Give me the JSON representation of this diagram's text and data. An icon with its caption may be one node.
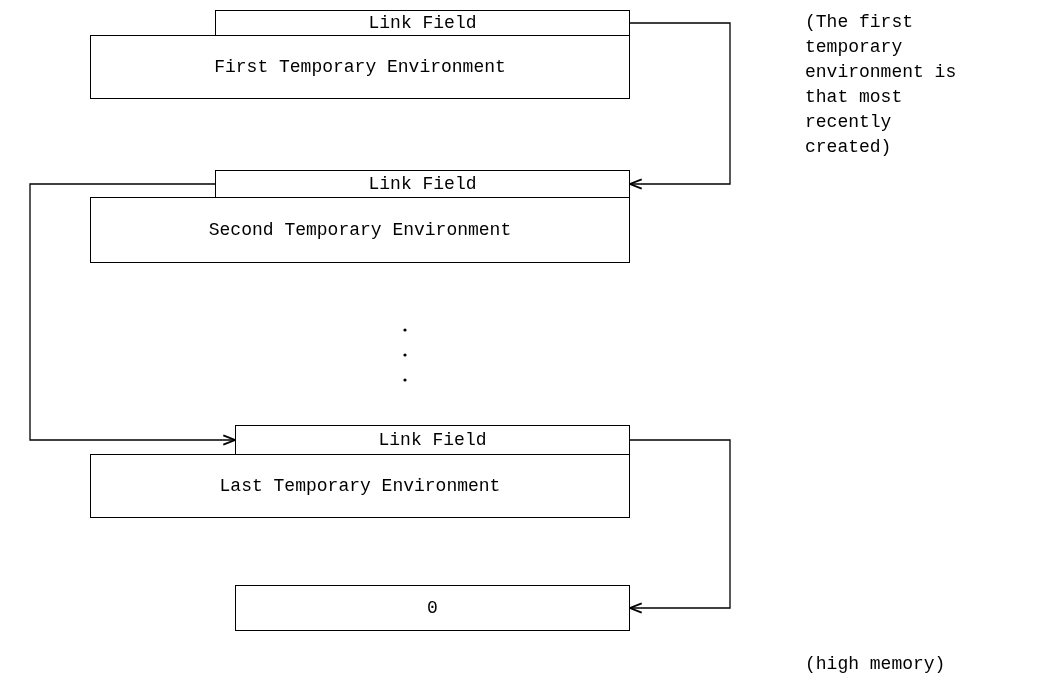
{
  "diagram": {
    "nodes": [
      {
        "text": [
          "Link Field"
        ]
      },
      {
        "text": [
          "First Temporary Environment"
        ]
      },
      {
        "text": [
          "Link Field"
        ]
      },
      {
        "text": [
          "Second Temporary Environment"
        ]
      },
      {
        "text": [
          "Link Field"
        ]
      },
      {
        "text": [
          "Last Temporary Environment"
        ]
      },
      {
        "text": [
          "0"
        ]
      }
    ],
    "edges": [
      {
        "from": 0,
        "to": 2,
        "arrow": "to"
      },
      {
        "from": 2,
        "to": 4,
        "arrow": "to"
      },
      {
        "from": 4,
        "to": 6,
        "arrow": "to"
      }
    ],
    "labels": [
      "(The first temporary environment is that most recently created)",
      "(high memory)"
    ]
  }
}
